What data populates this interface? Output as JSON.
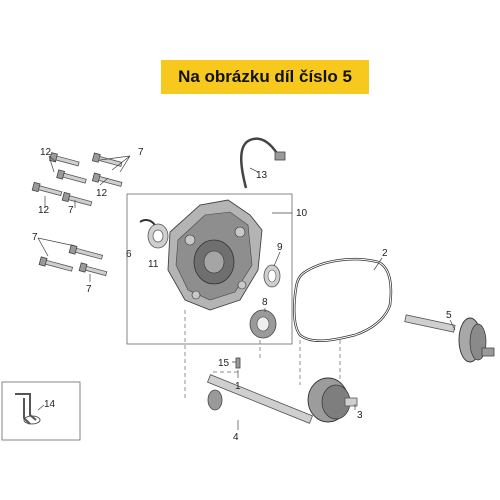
{
  "banner": {
    "text": "Na obrázku díl číslo 5"
  },
  "labels": {
    "l12a": "12",
    "l7a": "7",
    "l12b": "12",
    "l12c": "12",
    "l7b": "7",
    "l7c": "7",
    "l7d": "7",
    "l13": "13",
    "l10": "10",
    "l6": "6",
    "l11": "11",
    "l9": "9",
    "l8": "8",
    "l2": "2",
    "l5": "5",
    "l15": "15",
    "l1": "1",
    "l3": "3",
    "l4": "4",
    "l14": "14"
  },
  "colors": {
    "banner_bg": "#f7c81d"
  }
}
